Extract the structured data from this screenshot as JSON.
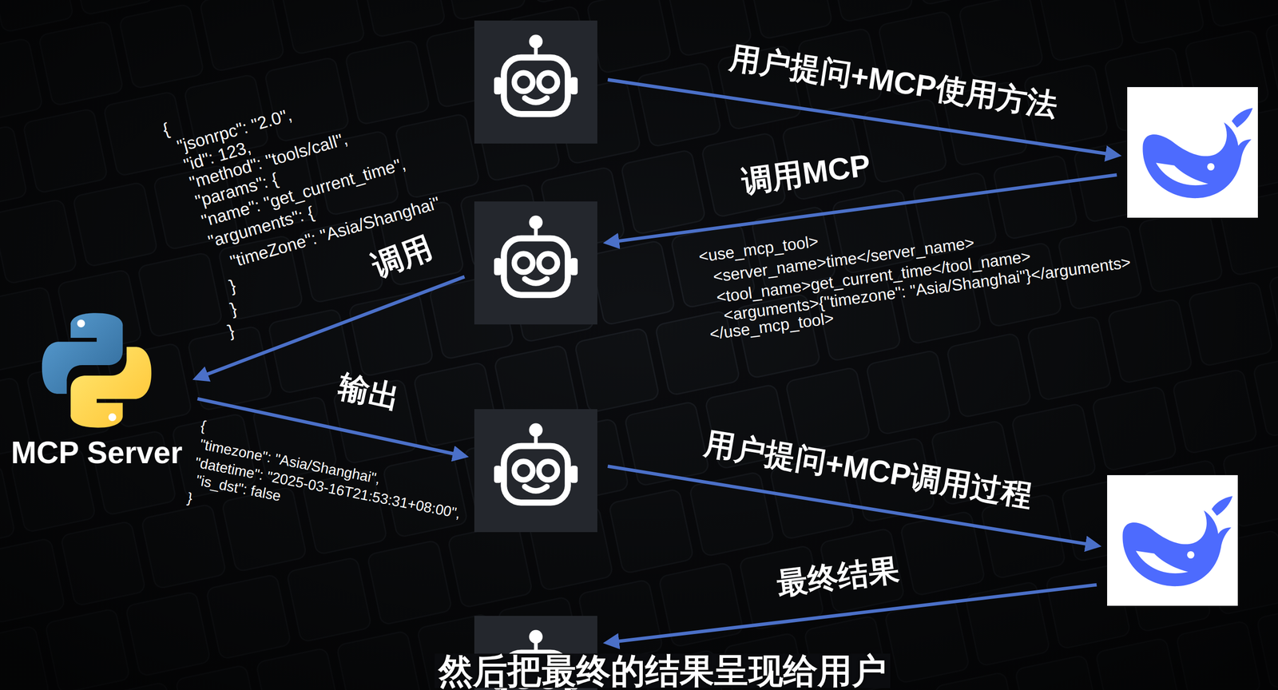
{
  "diagram": {
    "caption": "然后把最终的结果呈现给用户",
    "nodes": [
      {
        "text": []
      },
      {
        "text": []
      },
      {
        "text": []
      },
      {
        "text": [
          "MCP Server"
        ]
      },
      {
        "text": []
      },
      {
        "text": []
      },
      {
        "text": []
      }
    ],
    "edges": [
      {
        "from": 0,
        "to": 1,
        "arrow": "to",
        "label": "用户提问+MCP使用方法"
      },
      {
        "from": 1,
        "to": 2,
        "arrow": "to",
        "label": "调用MCP"
      },
      {
        "from": 2,
        "to": 3,
        "arrow": "to",
        "label": "调用"
      },
      {
        "from": 3,
        "to": 4,
        "arrow": "to",
        "label": "输出"
      },
      {
        "from": 4,
        "to": 5,
        "arrow": "to",
        "label": "用户提问+MCP调用过程"
      },
      {
        "from": 5,
        "to": 6,
        "arrow": "to",
        "label": "最终结果"
      }
    ],
    "labels": [
      "{",
      "\"jsonrpc\": \"2.0\",",
      "\"id\": 123,",
      "\"method\": \"tools/call\",",
      "\"params\": {",
      "\"name\": \"get_current_time\",",
      "\"arguments\": {",
      "\"timeZone\": \"Asia/Shanghai\"",
      "}",
      "}",
      "}",
      "<use_mcp_tool>",
      "<server_name>time</server_name>",
      "<tool_name>get_current_time</tool_name>",
      "<arguments>{\"timezone\": \"Asia/Shanghai\"}</arguments>",
      "</use_mcp_tool>",
      "{",
      "\"timezone\": \"Asia/Shanghai\",",
      "\"datetime\": \"2025-03-16T21:53:31+08:00\",",
      "\"is_dst\": false",
      "}"
    ]
  }
}
